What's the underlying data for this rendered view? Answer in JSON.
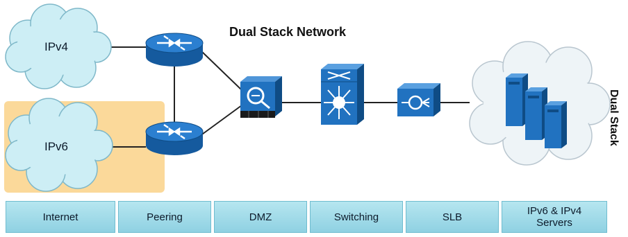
{
  "title": "Dual Stack Network",
  "side_label": "Dual Stack",
  "clouds": {
    "ipv4": "IPv4",
    "ipv6": "IPv6"
  },
  "stages": [
    "Internet",
    "Peering",
    "DMZ",
    "Switching",
    "SLB",
    "IPv6 & IPv4\nServers"
  ],
  "colors": {
    "cloud_fill": "#cdeef5",
    "highlight": "#fbd99a",
    "device_blue": "#1b67b3",
    "stage_fill": "#a6dbea"
  }
}
